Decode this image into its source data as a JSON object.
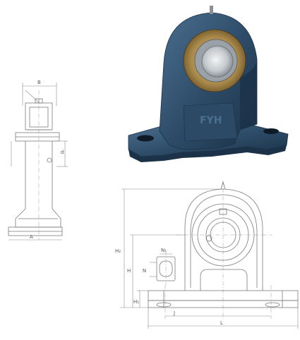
{
  "labels": {
    "side_top_width": "B",
    "side_bore": "d",
    "side_base_length": "A",
    "front_bolt_diameter": "N",
    "front_slot_width": "N₁",
    "front_total_height": "H₂",
    "front_center_height": "H",
    "front_base_height": "H₁",
    "front_bolt_spacing": "J",
    "front_length": "L"
  },
  "photo": {
    "brand_mark": "FYH",
    "colors": {
      "housing": "#2c4a66",
      "housing_dark": "#1c3248",
      "housing_light": "#4b6f90",
      "bronze": "#a8884a",
      "bore": "#cfd3d6"
    }
  }
}
